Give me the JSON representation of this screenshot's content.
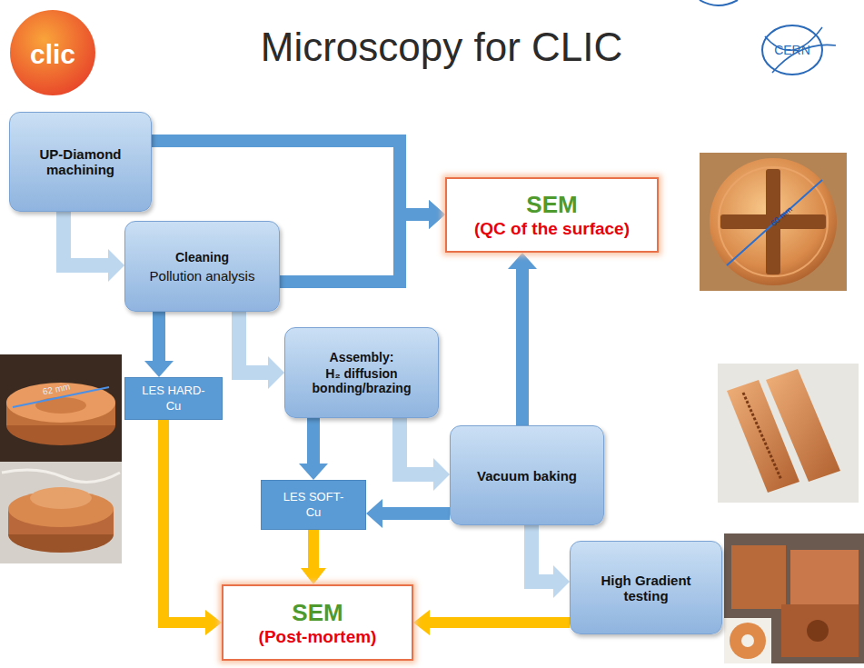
{
  "diagram": {
    "title": "Microscopy for CLIC",
    "nodes": [
      {
        "text": [
          "UP-Diamond machining"
        ]
      },
      {
        "text": [
          "SEM",
          "(QC of the surface)"
        ]
      },
      {
        "text": [
          "Cleaning",
          "Pollution analysis"
        ]
      },
      {
        "text": [
          "LES HARD-Cu"
        ]
      },
      {
        "text": [
          "Assembly:",
          "H₂ diffusion bonding/brazing"
        ]
      },
      {
        "text": [
          "Vacuum baking"
        ]
      },
      {
        "text": [
          "LES SOFT-Cu"
        ]
      },
      {
        "text": [
          "High Gradient testing"
        ]
      },
      {
        "text": [
          "SEM",
          "(Post-mortem)"
        ]
      }
    ],
    "edges": [
      {
        "from": 0,
        "to": 1,
        "arrow": "to"
      },
      {
        "from": 0,
        "to": 2,
        "arrow": "to"
      },
      {
        "from": 2,
        "to": 1,
        "arrow": "to"
      },
      {
        "from": 2,
        "to": 3,
        "arrow": "to"
      },
      {
        "from": 2,
        "to": 4,
        "arrow": "to"
      },
      {
        "from": 4,
        "to": 6,
        "arrow": "to"
      },
      {
        "from": 4,
        "to": 5,
        "arrow": "to"
      },
      {
        "from": 5,
        "to": 1,
        "arrow": "to"
      },
      {
        "from": 5,
        "to": 6,
        "arrow": "to"
      },
      {
        "from": 5,
        "to": 7,
        "arrow": "to"
      },
      {
        "from": 3,
        "to": 8,
        "arrow": "to"
      },
      {
        "from": 6,
        "to": 8,
        "arrow": "to"
      },
      {
        "from": 7,
        "to": 8,
        "arrow": "to"
      }
    ],
    "labels": [
      "clic",
      "CERN",
      "60 mm",
      "62 mm"
    ]
  }
}
